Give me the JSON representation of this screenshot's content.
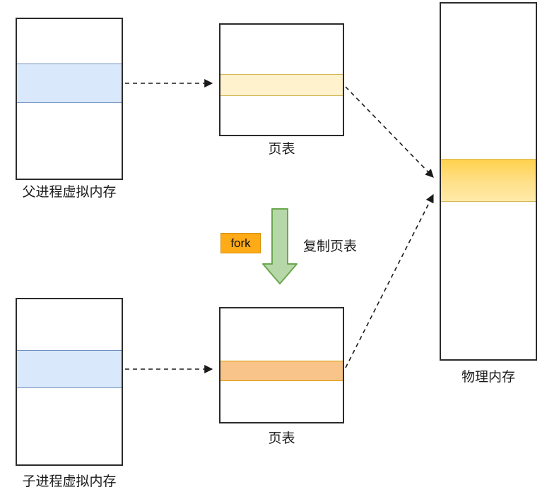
{
  "labels": {
    "parent_vm": "父进程虚拟内存",
    "child_vm": "子进程虚拟内存",
    "page_table_top": "页表",
    "page_table_bottom": "页表",
    "physical_memory": "物理内存",
    "fork_badge": "fork",
    "copy_caption": "复制页表"
  },
  "colors": {
    "vm_highlight_fill": "#dae8fc",
    "vm_highlight_border": "#6c8ebf",
    "page_table_top_highlight_fill": "#fff2cc",
    "page_table_top_highlight_border": "#d6b656",
    "physical_highlight_fill": "#ffd966",
    "physical_highlight_border": "#d6b656",
    "page_table_bottom_highlight_fill": "#f9c489",
    "page_table_bottom_highlight_border": "#d79b00",
    "fork_badge_fill": "#ffaa17",
    "green_arrow_fill": "#b6d7a8",
    "green_arrow_stroke": "#6aa84f",
    "connector_stroke": "#1a1a1a"
  }
}
